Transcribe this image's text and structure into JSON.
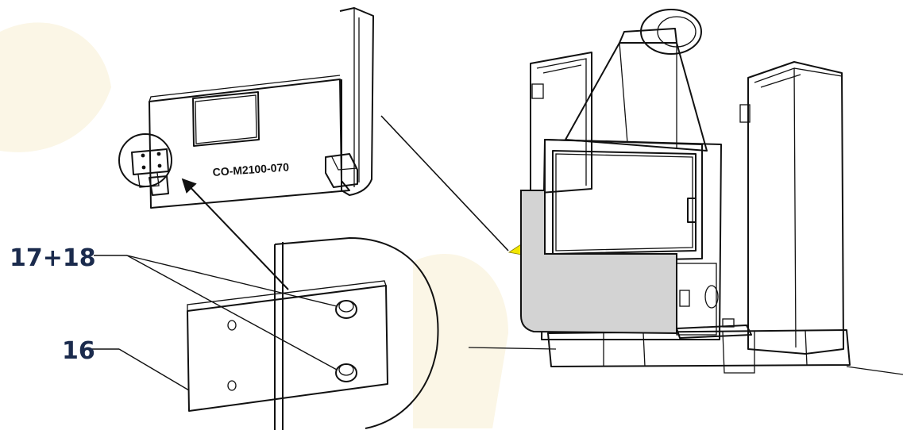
{
  "labels": {
    "part_code": "CO-M2100-070",
    "callout_bolts": "17+18",
    "callout_plate": "16"
  },
  "colors": {
    "ink": "#111111",
    "callout_text": "#1b2b4d",
    "highlight_panel": "#d3d3d3",
    "pointer_arrow": "#f2e600",
    "watermark": "#fbf6e6"
  }
}
